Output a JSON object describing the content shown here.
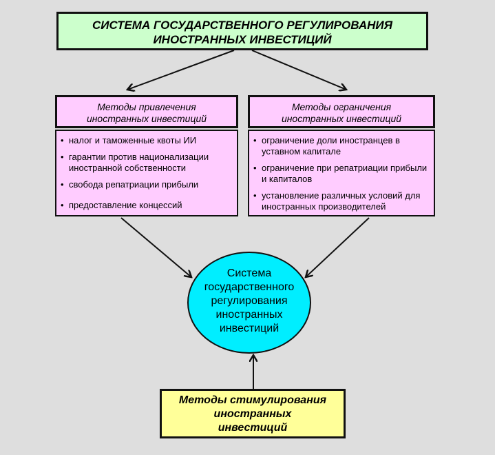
{
  "top_box": {
    "line1": "СИСТЕМА ГОСУДАРСТВЕННОГО РЕГУЛИРОВАНИЯ",
    "line2": "ИНОСТРАННЫХ ИНВЕСТИЦИЙ"
  },
  "left": {
    "header_line1": "Методы привлечения",
    "header_line2": "иностранных инвестиций",
    "items": [
      "налог и таможенные квоты ИИ",
      "гарантии против национализации иностранной собственности",
      "свобода репатриации прибыли",
      "предоставление концессий"
    ]
  },
  "right": {
    "header_line1": "Методы ограничения",
    "header_line2": "иностранных инвестиций",
    "items": [
      "ограничение доли иностранцев в уставном капитале",
      "ограничение при репатриации прибыли и капиталов",
      "установление различных условий для иностранных производителей"
    ]
  },
  "center": {
    "lines": [
      "Система",
      "государственного",
      "регулирования",
      "иностранных",
      "инвестиций"
    ]
  },
  "bottom_box": {
    "line1": "Методы стимулирования",
    "line2": "иностранных",
    "line3": "инвестиций"
  },
  "colors": {
    "background": "#dedede",
    "top_box": "#ccffcc",
    "method_boxes": "#ffccff",
    "center_circle": "#00eeff",
    "bottom_box": "#ffff99"
  }
}
